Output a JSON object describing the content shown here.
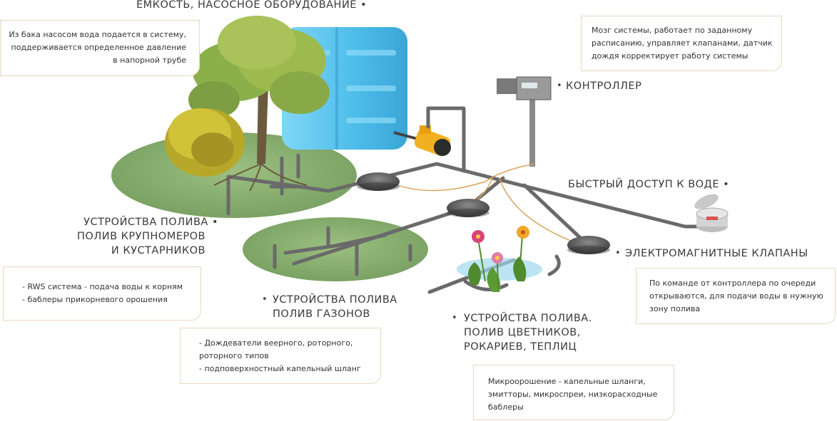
{
  "labels": {
    "tank": "ЕМКОСТЬ, НАСОСНОЕ ОБОРУДОВАНИЕ",
    "controller": "КОНТРОЛЛЕР",
    "quick_access": "БЫСТРЫЙ ДОСТУП К ВОДЕ",
    "valves": "ЭЛЕКТРОМАГНИТНЫЕ КЛАПАНЫ",
    "trees": [
      "УСТРОЙСТВА ПОЛИВА",
      "ПОЛИВ КРУПНОМЕРОВ",
      "И КУСТАРНИКОВ"
    ],
    "lawns": [
      "УСТРОЙСТВА ПОЛИВА",
      "ПОЛИВ ГАЗОНОВ"
    ],
    "flowers": [
      "УСТРОЙСТВА ПОЛИВА.",
      "ПОЛИВ ЦВЕТНИКОВ,",
      "РОКАРИЕВ, ТЕПЛИЦ"
    ]
  },
  "bullet_glyph": "•",
  "notes": {
    "tank": [
      "Из бака насосом вода подается в систему,",
      "поддерживается определенное давление",
      "в напорной трубе"
    ],
    "controller": [
      "Мозг системы, работает по заданному",
      "расписанию, управляет клапанами, датчик",
      "дождя корректирует работу системы"
    ],
    "valves": [
      "По команде от контроллера по очереди",
      "открываются, для подачи воды в нужную",
      "зону полива"
    ],
    "trees": [
      "- RWS система - подача воды к корням",
      "- баблеры прикорневого орошения"
    ],
    "lawns": [
      "- Дождеватели веерного, роторного,",
      "роторного типов",
      "- подповерхностный капельный шланг"
    ],
    "flowers": [
      "Микроорошение - капельные шланги,",
      "эмитторы, микроспреи, низкорасходные",
      "баблеры"
    ]
  },
  "colors": {
    "grass": "#6f9e52",
    "pipe": "#6a6a6a",
    "wire": "#d9a35a",
    "tank": "#5cc8f0",
    "note_border": "#ead7bf"
  }
}
